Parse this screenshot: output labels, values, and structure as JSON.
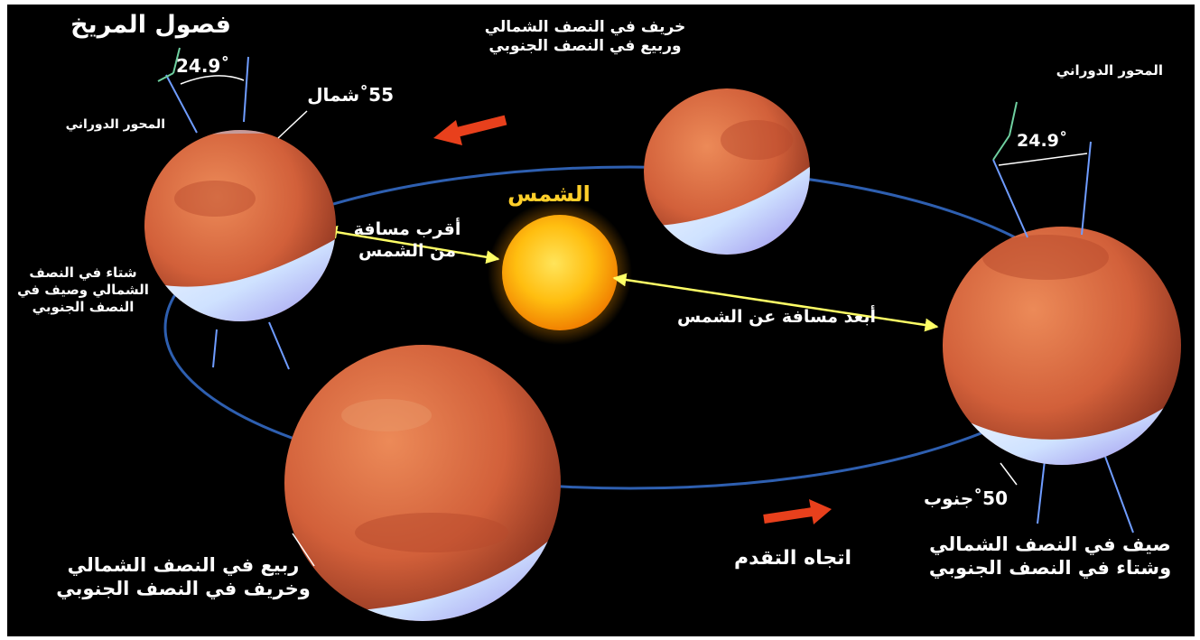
{
  "title": "فصول المريخ",
  "sun_label": "الشمس",
  "axis_label_left": "المحور الدوراني",
  "axis_label_right": "المحور الدوراني",
  "tilt_left": "24.9˚",
  "tilt_right": "24.9˚",
  "latitude_north": "55˚شمال",
  "latitude_south": "50˚جنوب",
  "autumn_north": "خريف في النصف الشمالي\nوربيع في النصف الجنوبي",
  "winter_north": "شتاء في النصف\nالشمالي وصيف في\nالنصف الجنوبي",
  "nearest_distance": "أقرب مسافة\nمن الشمس",
  "farthest_distance": "أبعد مسافة عن الشمس",
  "spring_north": "ربيع في النصف الشمالي\nوخريف في النصف الجنوبي",
  "summer_north": "صيف في النصف الشمالي\nوشتاء في النصف الجنوبي",
  "direction_of_motion": "اتجاه التقدم",
  "colors": {
    "background": "#000000",
    "orbit": "#2e5fb0",
    "arrow": "#e8401c",
    "sun": "#ffb000",
    "sun_label": "#ffcf2a",
    "mars": "#d8643a",
    "distance_line": "#ffff66",
    "axis_line": "#6f9cff"
  },
  "icons": [
    "sun-icon",
    "mars-planet-icon",
    "arrow-left-icon",
    "arrow-right-icon"
  ]
}
